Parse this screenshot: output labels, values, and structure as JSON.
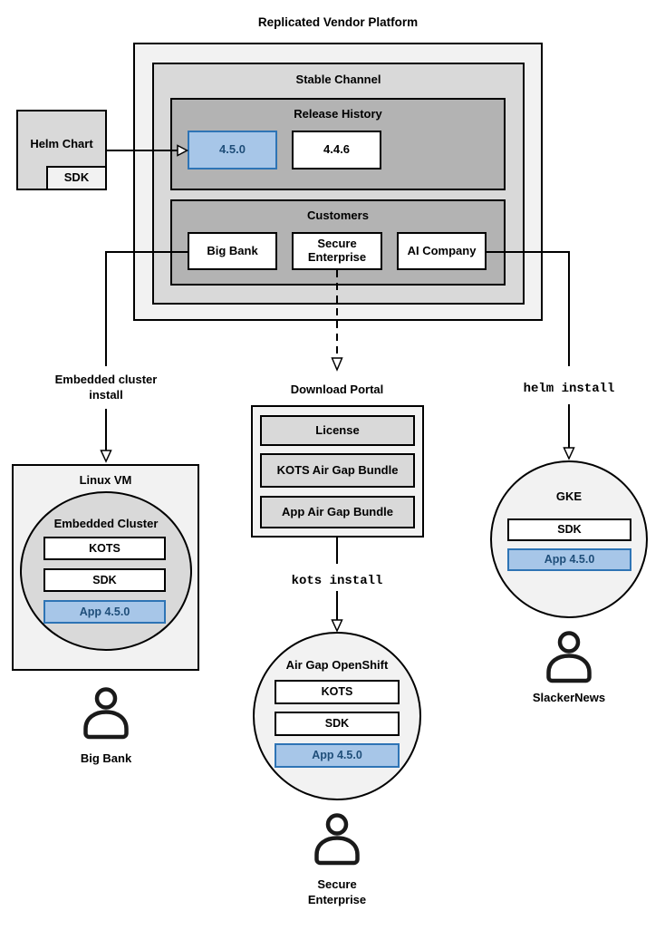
{
  "title": "Replicated Vendor Platform",
  "platform": {
    "stable_channel": {
      "label": "Stable Channel",
      "release_history": {
        "label": "Release History",
        "releases": [
          {
            "version": "4.5.0",
            "highlighted": true
          },
          {
            "version": "4.4.6",
            "highlighted": false
          }
        ]
      },
      "customers": {
        "label": "Customers",
        "items": [
          {
            "name": "Big Bank"
          },
          {
            "name": "Secure Enterprise"
          },
          {
            "name": "AI Company"
          }
        ]
      }
    }
  },
  "helm_chart": {
    "label": "Helm Chart",
    "sdk_label": "SDK"
  },
  "left_flow": {
    "install_label": "Embedded cluster\ninstall",
    "vm": {
      "label": "Linux VM",
      "cluster_label": "Embedded Cluster",
      "stack": [
        {
          "label": "KOTS",
          "highlighted": false
        },
        {
          "label": "SDK",
          "highlighted": false
        },
        {
          "label": "App 4.5.0",
          "highlighted": true
        }
      ]
    },
    "user_label": "Big Bank"
  },
  "middle_flow": {
    "portal": {
      "label": "Download Portal",
      "items": [
        {
          "label": "License"
        },
        {
          "label": "KOTS Air Gap Bundle"
        },
        {
          "label": "App Air Gap Bundle"
        }
      ]
    },
    "install_label": "kots install",
    "cluster": {
      "label": "Air Gap OpenShift",
      "stack": [
        {
          "label": "KOTS",
          "highlighted": false
        },
        {
          "label": "SDK",
          "highlighted": false
        },
        {
          "label": "App 4.5.0",
          "highlighted": true
        }
      ]
    },
    "user_label": "Secure\nEnterprise"
  },
  "right_flow": {
    "install_label": "helm install",
    "cluster": {
      "label": "GKE",
      "stack": [
        {
          "label": "SDK",
          "highlighted": false
        },
        {
          "label": "App 4.5.0",
          "highlighted": true
        }
      ]
    },
    "user_label": "SlackerNews"
  },
  "colors": {
    "container_light": "#f2f2f2",
    "container_medium": "#d9d9d9",
    "container_dark": "#b3b3b3",
    "highlight_fill": "#a7c6e8",
    "highlight_border": "#2e74b5",
    "highlight_text": "#1f4e79",
    "line": "#000000"
  }
}
